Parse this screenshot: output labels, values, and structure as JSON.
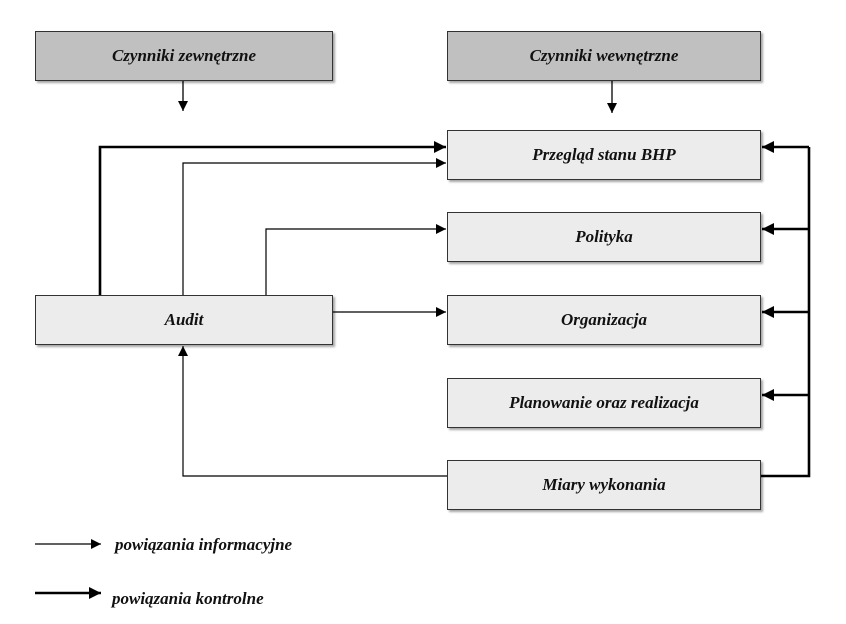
{
  "boxes": {
    "external": "Czynniki zewnętrzne",
    "internal": "Czynniki wewnętrzne",
    "review": "Przegląd stanu BHP",
    "policy": "Polityka",
    "audit": "Audit",
    "organization": "Organizacja",
    "planning": "Planowanie oraz realizacja",
    "measures": "Miary wykonania"
  },
  "legend": {
    "info": "powiązania informacyjne",
    "control": "powiązania kontrolne"
  },
  "colors": {
    "header_fill": "#c0c0c0",
    "box_fill": "#ececec",
    "line": "#000000"
  }
}
